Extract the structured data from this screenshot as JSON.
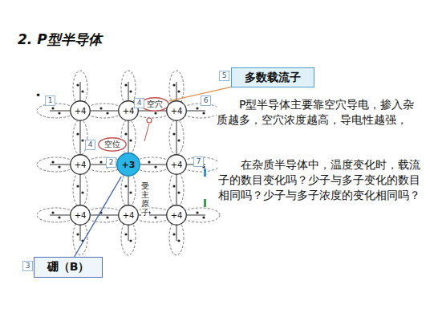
{
  "diagram": {
    "nodes": [
      {
        "text": [
          "多数载流子"
        ]
      },
      {
        "text": [
          "空穴"
        ]
      },
      {
        "text": [
          "+4"
        ]
      },
      {
        "text": [
          "+4"
        ]
      },
      {
        "text": [
          "+4"
        ]
      },
      {
        "text": [
          "空位"
        ]
      },
      {
        "text": [
          "+4"
        ]
      },
      {
        "text": [
          "+3"
        ]
      },
      {
        "text": [
          "+4"
        ]
      },
      {
        "text": [
          "+4"
        ]
      },
      {
        "text": [
          "+4"
        ]
      },
      {
        "text": [
          "+4"
        ]
      },
      {
        "text": [
          "硼（B）"
        ]
      }
    ],
    "edges": [
      {
        "from": 0,
        "to": 1,
        "arrow": "none"
      },
      {
        "from": 12,
        "to": 7,
        "arrow": "none"
      }
    ],
    "labels": [
      "2. P型半导体",
      "•",
      "1",
      "4",
      "6",
      "4",
      "2",
      "7",
      "3",
      "5",
      "P型半导体主要靠空穴导电，掺入杂质越多，空穴浓度越高，导电性越强，",
      "在杂质半导体中，温度变化时，载流子的数目变化吗？少子与多子变化的数目相同吗？少子与多子浓度的变化相同吗？",
      "受主原子"
    ]
  }
}
